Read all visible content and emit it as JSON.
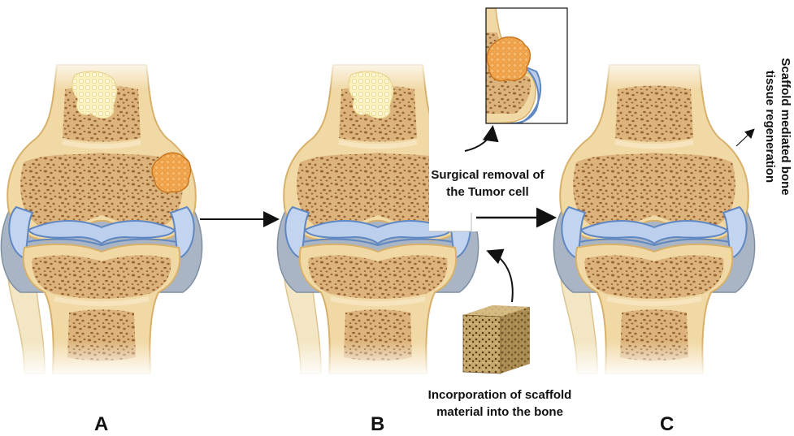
{
  "labels": {
    "panel_a": "A",
    "panel_b": "B",
    "panel_c": "C"
  },
  "captions": {
    "surgical_removal_line1": "Surgical removal of",
    "surgical_removal_line2": "the Tumor cell",
    "scaffold_line1": "Incorporation of scaffold",
    "scaffold_line2": "material into the bone",
    "regeneration_line1": "Scaffold mediated bone",
    "regeneration_line2": "tissue regeneration"
  },
  "colors": {
    "bone": "#f1d9a6",
    "bone_outline": "#d9b36f",
    "trabecular": "#a06c3c",
    "cartilage": "#b9cdea",
    "cartilage_outline": "#5e86c0",
    "capsule": "#a7b3c1",
    "tumor": "#f3a34b",
    "tumor_outline": "#c9761f",
    "marrow_lesion": "#fbf0b4",
    "arrow": "#111111",
    "scaffold": "#b89a63"
  }
}
